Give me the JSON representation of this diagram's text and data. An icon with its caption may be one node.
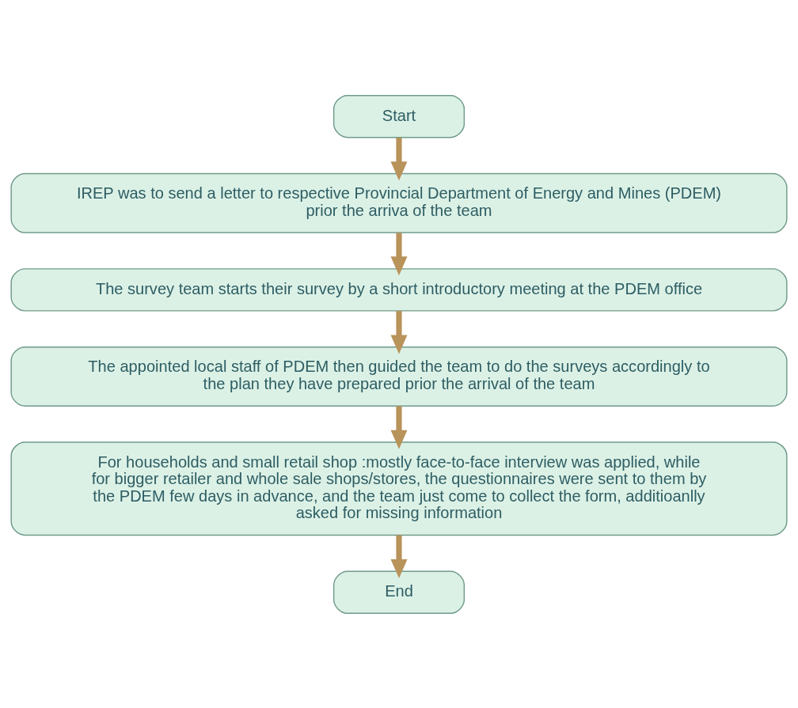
{
  "diagram": {
    "nodes": [
      {
        "text": [
          "Start"
        ]
      },
      {
        "text": [
          "IREP was to send a letter to respective Provincial Department of Energy and Mines (PDEM) prior the arriva of the team"
        ]
      },
      {
        "text": [
          "The survey team starts their survey by a short introductory meeting at the PDEM office"
        ]
      },
      {
        "text": [
          "The appointed local staff of PDEM then guided the team to do the surveys accordingly to the plan they have prepared prior the arrival of the team"
        ]
      },
      {
        "text": [
          "For households and small retail shop :mostly face-to-face interview was applied, while for bigger retailer and whole sale shops/stores, the questionnaires were sent to them by the PDEM few days in advance, and the team just come to collect the form, additioanlly asked for missing information"
        ]
      },
      {
        "text": [
          "End"
        ]
      }
    ],
    "edges": [
      {
        "from": 0,
        "to": 1,
        "arrow": "to"
      },
      {
        "from": 1,
        "to": 2,
        "arrow": "to"
      },
      {
        "from": 2,
        "to": 3,
        "arrow": "to"
      },
      {
        "from": 3,
        "to": 4,
        "arrow": "to"
      },
      {
        "from": 4,
        "to": 5,
        "arrow": "to"
      }
    ]
  }
}
